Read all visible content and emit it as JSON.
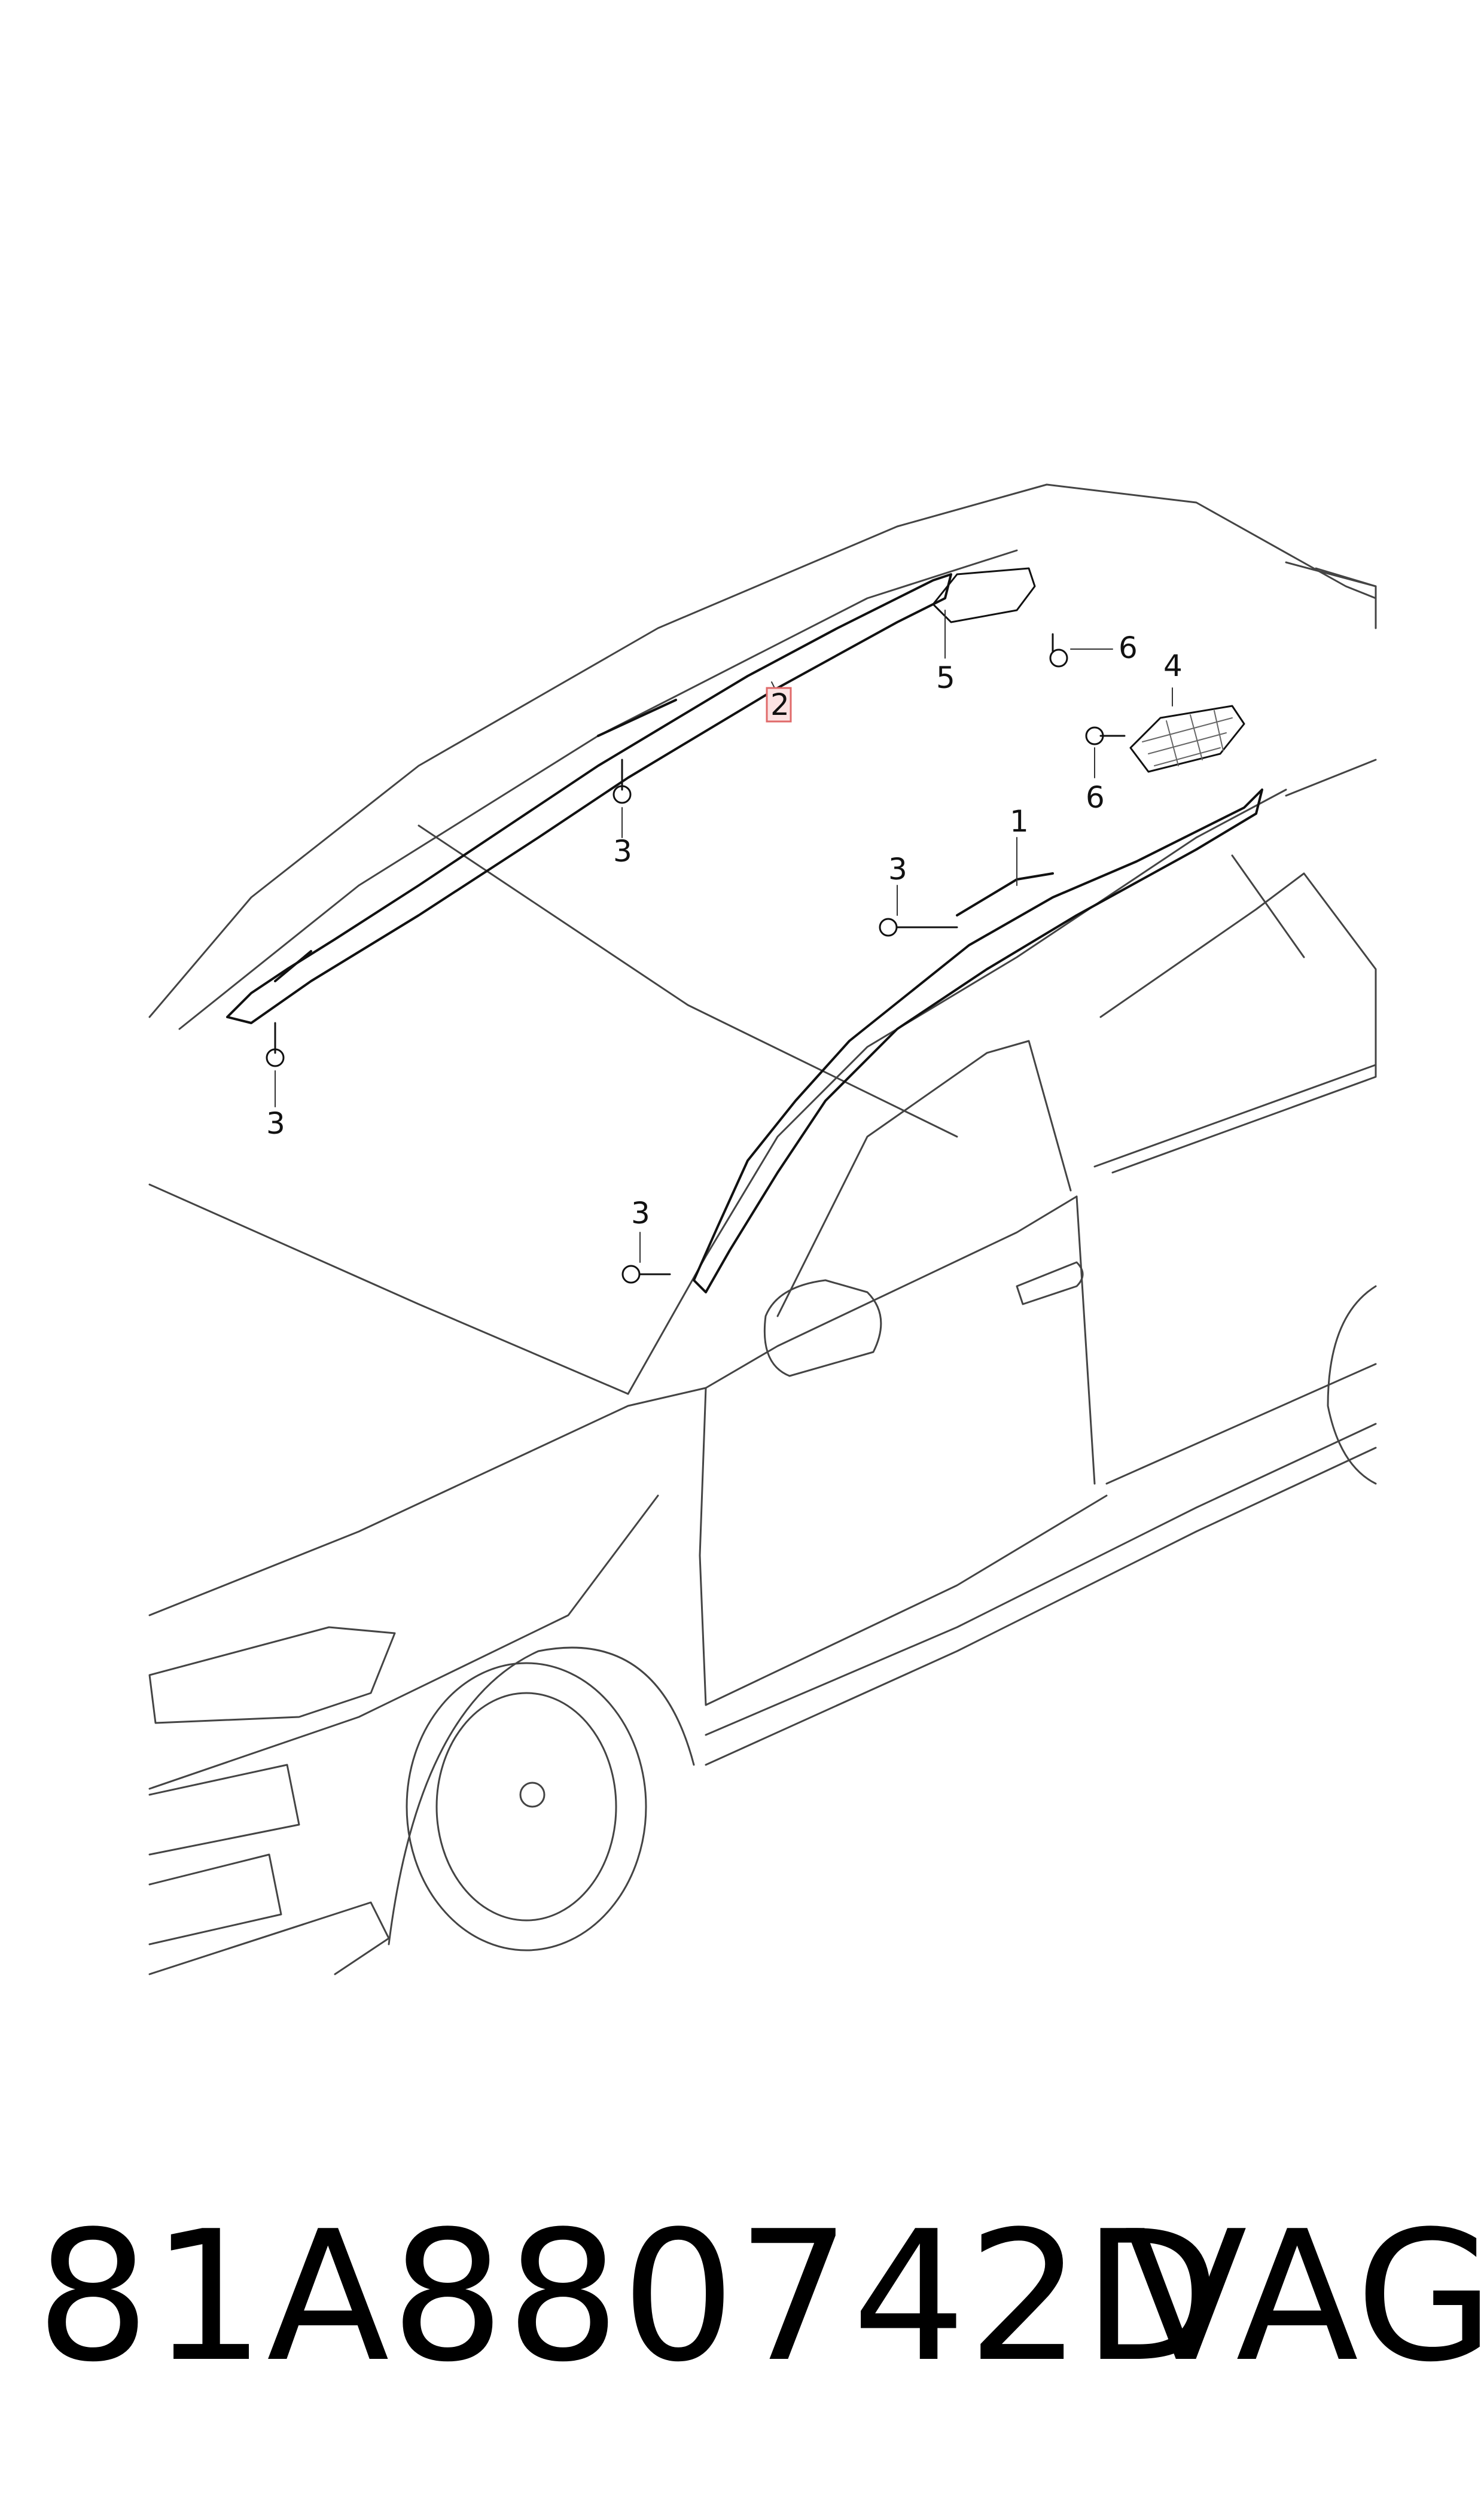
{
  "diagram": {
    "callouts": [
      {
        "id": "1",
        "label": "1"
      },
      {
        "id": "2",
        "label": "2",
        "highlighted": true
      },
      {
        "id": "3a",
        "label": "3"
      },
      {
        "id": "3b",
        "label": "3"
      },
      {
        "id": "3c",
        "label": "3"
      },
      {
        "id": "3d",
        "label": "3"
      },
      {
        "id": "4",
        "label": "4"
      },
      {
        "id": "5",
        "label": "5"
      },
      {
        "id": "6a",
        "label": "6"
      },
      {
        "id": "6b",
        "label": "6"
      }
    ],
    "highlight_color": "#e06a6a"
  },
  "footer": {
    "part_number": "81A880742D",
    "brand": "VAG"
  }
}
